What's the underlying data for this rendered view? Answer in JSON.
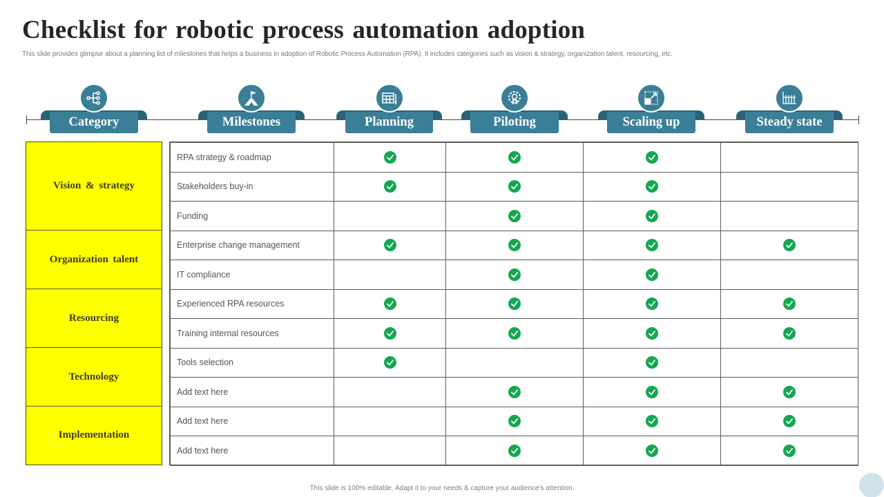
{
  "slide": {
    "title": "Checklist for robotic process automation adoption",
    "subtitle": "This slide provides glimpse about a planning list of milestones that helps a business in adoption of Robotic Process Automation (RPA). It includes categories such as vision & strategy, organization talent, resourcing, etc.",
    "footer": "This slide is 100% editable.  Adapt it to your needs & capture your audience’s attention."
  },
  "colors": {
    "ribbon": "#3b7e98",
    "ribbon_flap": "#2a6377",
    "category_fill": "#ffff00",
    "check": "#14a751"
  },
  "headers": [
    {
      "label": "Category",
      "icon": "hierarchy-icon"
    },
    {
      "label": "Milestones",
      "icon": "mountain-flag-icon"
    },
    {
      "label": "Planning",
      "icon": "calendar-pen-icon"
    },
    {
      "label": "Piloting",
      "icon": "gear-hand-icon"
    },
    {
      "label": "Scaling up",
      "icon": "resize-scale-icon"
    },
    {
      "label": "Steady state",
      "icon": "line-chart-icon"
    }
  ],
  "categories": [
    {
      "label": "Vision & strategy",
      "rows": 3
    },
    {
      "label": "Organization  talent",
      "rows": 2
    },
    {
      "label": "Resourcing",
      "rows": 2
    },
    {
      "label": "Technology",
      "rows": 2
    },
    {
      "label": "Implementation",
      "rows": 2
    }
  ],
  "milestones": [
    {
      "label": "RPA strategy & roadmap",
      "checks": [
        true,
        true,
        true,
        false
      ]
    },
    {
      "label": "Stakeholders buy-in",
      "checks": [
        true,
        true,
        true,
        false
      ]
    },
    {
      "label": "Funding",
      "checks": [
        false,
        true,
        true,
        false
      ]
    },
    {
      "label": "Enterprise change management",
      "checks": [
        true,
        true,
        true,
        true
      ]
    },
    {
      "label": "IT compliance",
      "checks": [
        false,
        true,
        true,
        false
      ]
    },
    {
      "label": "Experienced RPA resources",
      "checks": [
        true,
        true,
        true,
        true
      ]
    },
    {
      "label": "Training  internal resources",
      "checks": [
        true,
        true,
        true,
        true
      ]
    },
    {
      "label": "Tools selection",
      "checks": [
        true,
        false,
        true,
        false
      ]
    },
    {
      "label": "Add text here",
      "checks": [
        false,
        true,
        true,
        true
      ]
    },
    {
      "label": "Add text here",
      "checks": [
        false,
        true,
        true,
        true
      ]
    },
    {
      "label": "Add text here",
      "checks": [
        false,
        true,
        true,
        true
      ]
    }
  ]
}
